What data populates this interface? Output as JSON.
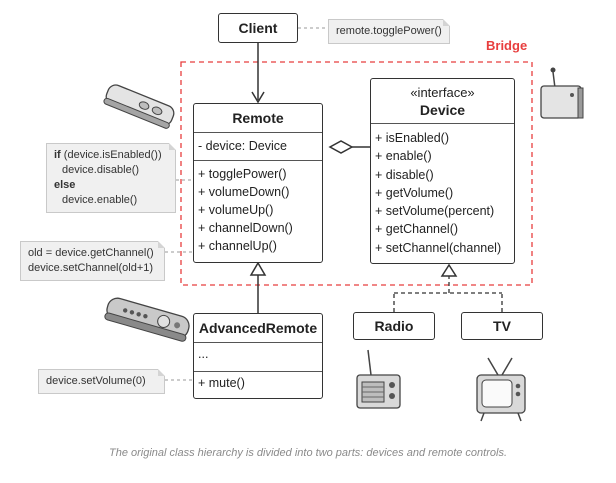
{
  "bridge_label": "Bridge",
  "caption": "The original class hierarchy is divided into two parts: devices and remote controls.",
  "client": {
    "name": "Client"
  },
  "notes": {
    "client_note": "remote.togglePower()",
    "toggle_note": {
      "lines": [
        {
          "kw": "if",
          "text": " (device.isEnabled())"
        },
        {
          "kw": "",
          "text": "device.disable()"
        },
        {
          "kw": "else",
          "text": ""
        },
        {
          "kw": "",
          "text": "device.enable()"
        }
      ]
    },
    "channel_note": [
      "old = device.getChannel()",
      "device.setChannel(old+1)"
    ],
    "volume_note": "device.setVolume(0)"
  },
  "remote": {
    "name": "Remote",
    "fields": [
      "- device: Device"
    ],
    "methods": [
      "+ togglePower()",
      "+ volumeDown()",
      "+ volumeUp()",
      "+ channelDown()",
      "+ channelUp()"
    ]
  },
  "device": {
    "stereotype": "«interface»",
    "name": "Device",
    "methods": [
      "+ isEnabled()",
      "+ enable()",
      "+ disable()",
      "+ getVolume()",
      "+ setVolume(percent)",
      "+ getChannel()",
      "+ setChannel(channel)"
    ]
  },
  "advanced_remote": {
    "name": "AdvancedRemote",
    "fields": [
      "..."
    ],
    "methods": [
      "+ mute()"
    ]
  },
  "radio": {
    "name": "Radio"
  },
  "tv": {
    "name": "TV"
  },
  "colors": {
    "bridge": "#e83e3e",
    "note_bg": "#f0f0f0",
    "line": "#333333"
  },
  "icons": [
    "simple-remote-icon",
    "advanced-remote-icon",
    "wireless-device-icon",
    "radio-icon",
    "tv-icon"
  ]
}
